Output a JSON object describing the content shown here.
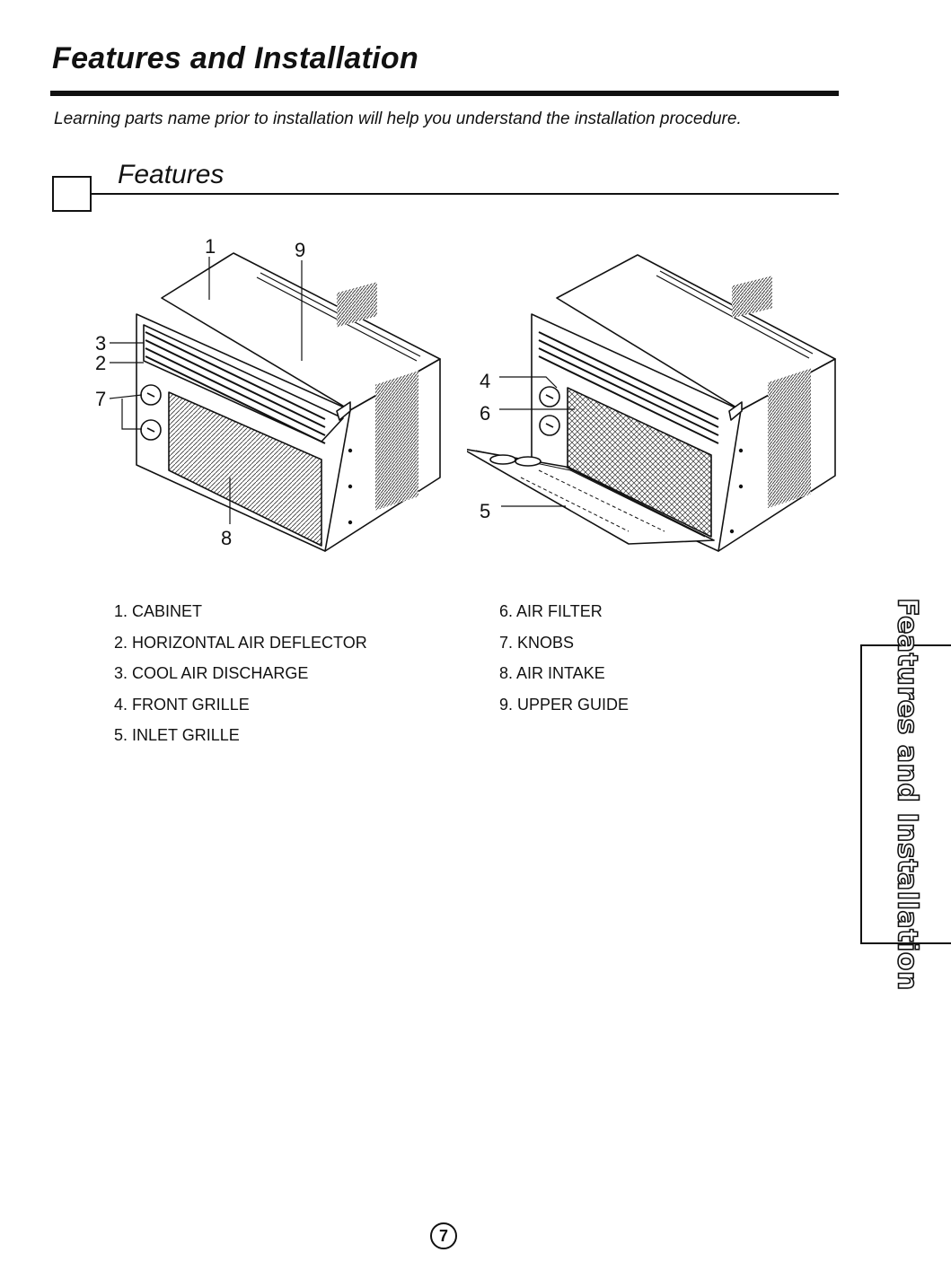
{
  "page": {
    "title": "Features and Installation",
    "intro": "Learning parts name prior to installation will help you understand the installation procedure.",
    "section_title": "Features",
    "side_tab": "Features and Installation",
    "page_number": "7"
  },
  "callouts": {
    "front": [
      "1",
      "9",
      "3",
      "2",
      "7",
      "8"
    ],
    "open": [
      "4",
      "6",
      "5"
    ]
  },
  "parts": {
    "left": [
      {
        "label": "1. CABINET"
      },
      {
        "label": "2. HORIZONTAL AIR DEFLECTOR"
      },
      {
        "label": "3. COOL AIR DISCHARGE"
      },
      {
        "label": "4. FRONT GRILLE"
      },
      {
        "label": "5. INLET GRILLE"
      }
    ],
    "right": [
      {
        "label": "6. AIR FILTER"
      },
      {
        "label": "7. KNOBS"
      },
      {
        "label": "8. AIR INTAKE"
      },
      {
        "label": "9. UPPER GUIDE"
      }
    ]
  }
}
